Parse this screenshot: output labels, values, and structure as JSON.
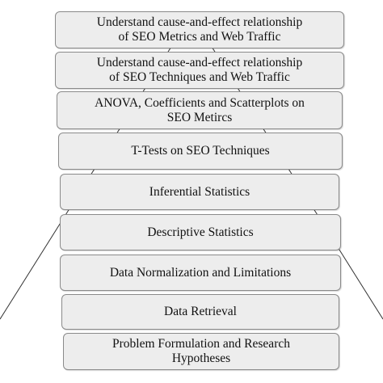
{
  "diagram": {
    "steps": [
      {
        "label": "Understand cause-and-effect relationship\nof SEO Metrics and Web Traffic"
      },
      {
        "label": "Understand cause-and-effect relationship\nof SEO Techniques and Web Traffic"
      },
      {
        "label": "ANOVA, Coefficients and Scatterplots on\nSEO Metircs"
      },
      {
        "label": "T-Tests on SEO Techniques"
      },
      {
        "label": "Inferential Statistics"
      },
      {
        "label": "Descriptive Statistics"
      },
      {
        "label": "Data Normalization and Limitations"
      },
      {
        "label": "Data Retrieval"
      },
      {
        "label": "Problem Formulation and Research\nHypotheses"
      }
    ],
    "colors": {
      "box_fill": "#ededed",
      "box_border": "#8a8a8a",
      "pyramid_line": "#333333",
      "text": "#111111"
    }
  }
}
